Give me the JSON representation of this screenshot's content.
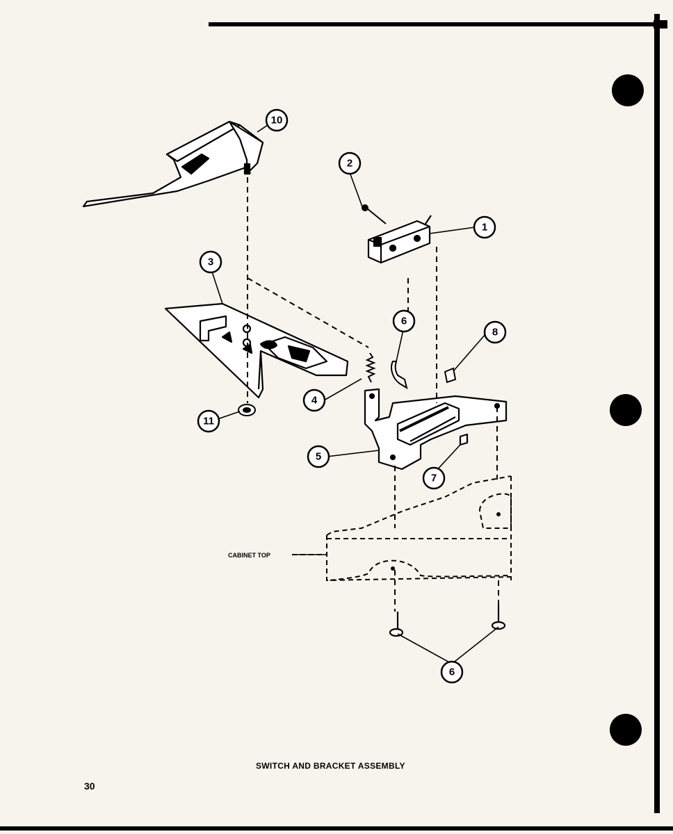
{
  "callouts": {
    "c1": "1",
    "c2": "2",
    "c3": "3",
    "c4": "4",
    "c5": "5",
    "c6a": "6",
    "c6b": "6",
    "c7": "7",
    "c8": "8",
    "c10": "10",
    "c11": "11"
  },
  "labels": {
    "cabinet_top": "CABINET TOP"
  },
  "caption": "SWITCH AND BRACKET ASSEMBLY",
  "page_number": "30"
}
